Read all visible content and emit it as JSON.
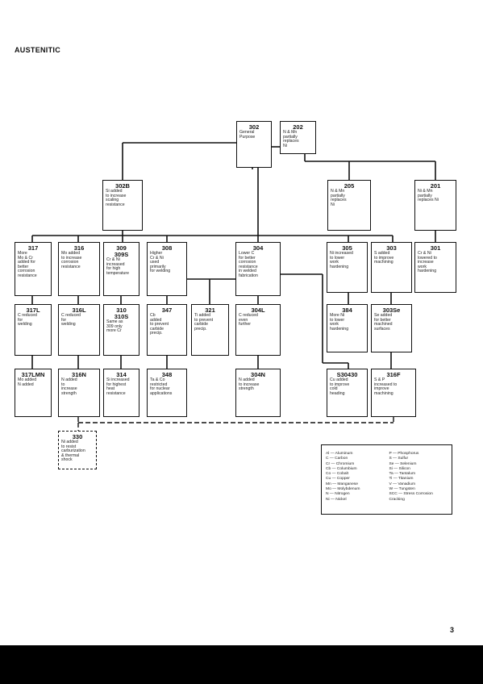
{
  "page": {
    "title": "AUSTENITIC",
    "number": "3"
  },
  "boxes": {
    "b302": {
      "code": "302",
      "desc": "General\nPurpose"
    },
    "b202": {
      "code": "202",
      "desc": "N & Mn\npartially\nreplaces\nNi"
    },
    "b302B": {
      "code": "302B",
      "desc": "Si added\nto increase\nscaling\nresistance"
    },
    "b205": {
      "code": "205",
      "desc": "N & Mn\npartially\nreplaces\nNi"
    },
    "b201": {
      "code": "201",
      "desc": "Ni & Mn\npartially\nreplaces Ni"
    },
    "b317": {
      "code": "317",
      "desc": "More\nMo & Cr\nadded for\nbetter\ncorrosion\nresistance"
    },
    "b316": {
      "code": "316",
      "desc": "Mo added\nto increase\ncorrosion\nresistance"
    },
    "b309": {
      "code": "309\n309S",
      "desc": "Cr & Ni\nincreased\nfor high\ntemperature"
    },
    "b308": {
      "code": "308",
      "desc": "Higher\nCr & Ni\nused\nprimarily\nfor welding"
    },
    "b304": {
      "code": "304",
      "desc": "Lower C\nfor better\ncorrosion\nresistance\nin welded\nfabrication"
    },
    "b305": {
      "code": "305",
      "desc": "Ni increased\nto lower\nwork\nhardening"
    },
    "b303": {
      "code": "303",
      "desc": "S added\nto improve\nmachining"
    },
    "b301": {
      "code": "301",
      "desc": "Cr & Ni\nlowered to\nincrease\nwork\nhardening"
    },
    "b317L": {
      "code": "317L",
      "desc": "C reduced\nfor\nwelding"
    },
    "b316L": {
      "code": "316L",
      "desc": "C reduced\nfor\nwelding"
    },
    "b310": {
      "code": "310\n310S",
      "desc": "Same as\n309 only\nmore Cr"
    },
    "b347": {
      "code": "347",
      "desc": "Cb\nadded\nto prevent\ncarbide\nprecip."
    },
    "b321": {
      "code": "321",
      "desc": "Ti added\nto prevent\ncarbide\nprecip."
    },
    "b304L": {
      "code": "304L",
      "desc": "C reduced\neven\nfurther"
    },
    "b384": {
      "code": "384",
      "desc": "More Ni\nto lower\nwork\nhardening"
    },
    "b303Se": {
      "code": "303Se",
      "desc": "Se added\nfor better\nmachined\nsurfaces"
    },
    "b317LMN": {
      "code": "317LMN",
      "desc": "Mo added\nN added"
    },
    "b316N": {
      "code": "316N",
      "desc": "N added\nto\nincrease\nstrength"
    },
    "b314": {
      "code": "314",
      "desc": "Si increased\nfor highest\nheat\nresistance"
    },
    "b348": {
      "code": "348",
      "desc": "Ta & Co\nrestricted\nfor nuclear\napplications"
    },
    "b304N": {
      "code": "304N",
      "desc": "N added\nto increase\nstrength"
    },
    "bS30430": {
      "code": "S30430",
      "desc": "Cu added\nto improve\ncold\nheading"
    },
    "b316F": {
      "code": "316F",
      "desc": "S & P\nincreased to\nimprove\nmachining"
    },
    "b330": {
      "code": "330",
      "desc": "Ni added\nto resist\ncarburization\n& thermal\nshock"
    }
  },
  "legend": {
    "left": [
      "Al — Aluminum",
      "C — Carbon",
      "Cr — Chromium",
      "Cb — Columbium",
      "Co — Cobalt",
      "Cu — Copper",
      "Mn — Manganese",
      "Mo — Molybdenum",
      "N — Nitrogen",
      "Ni — Nickel"
    ],
    "right": [
      "P — Phosphorus",
      "S — Sulfur",
      "Se — Selenium",
      "Si — Silicon",
      "Ta — Tantalum",
      "Ti — Titanium",
      "V — Vanadium",
      "W — Tungsten",
      "SCC — Stress Corrosion",
      "Cracking"
    ]
  }
}
